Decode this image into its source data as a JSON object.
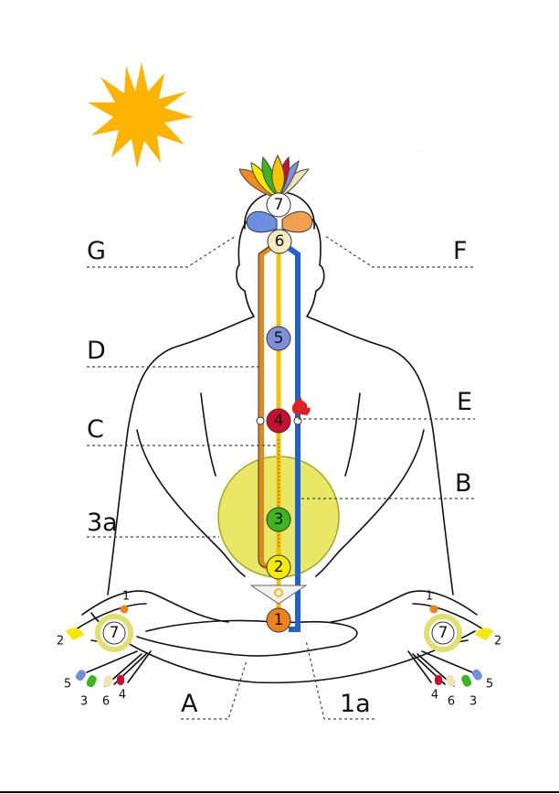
{
  "labels": {
    "G": "G",
    "F": "F",
    "D": "D",
    "E": "E",
    "C": "C",
    "B": "B",
    "3a": "3a",
    "A": "A",
    "1a": "1a"
  },
  "chakras": [
    {
      "n": "1",
      "color": "#f0821e"
    },
    {
      "n": "2",
      "color": "#f7ea00"
    },
    {
      "n": "3",
      "color": "#3cb521"
    },
    {
      "n": "4",
      "color": "#c8102e"
    },
    {
      "n": "5",
      "color": "#8090d8"
    },
    {
      "n": "6",
      "color": "#f3ebc4"
    },
    {
      "n": "7",
      "color": "#ffffff"
    }
  ],
  "hand_left": {
    "palm": "7",
    "fingers": {
      "thumb": "2",
      "wrist": "1",
      "f5": "5",
      "f3": "3",
      "f6": "6",
      "f4": "4"
    }
  },
  "hand_right": {
    "palm": "7",
    "fingers": {
      "thumb": "2",
      "wrist": "1",
      "f5": "5",
      "f3": "3",
      "f6": "6",
      "f4": "4"
    }
  },
  "colors": {
    "sun": "#fcb400",
    "moon": "#5ab4f0",
    "solar_sphere": "#e8e866",
    "ida": "#e08a1e",
    "sushumna": "#f2c200",
    "pingala": "#2060d0"
  }
}
